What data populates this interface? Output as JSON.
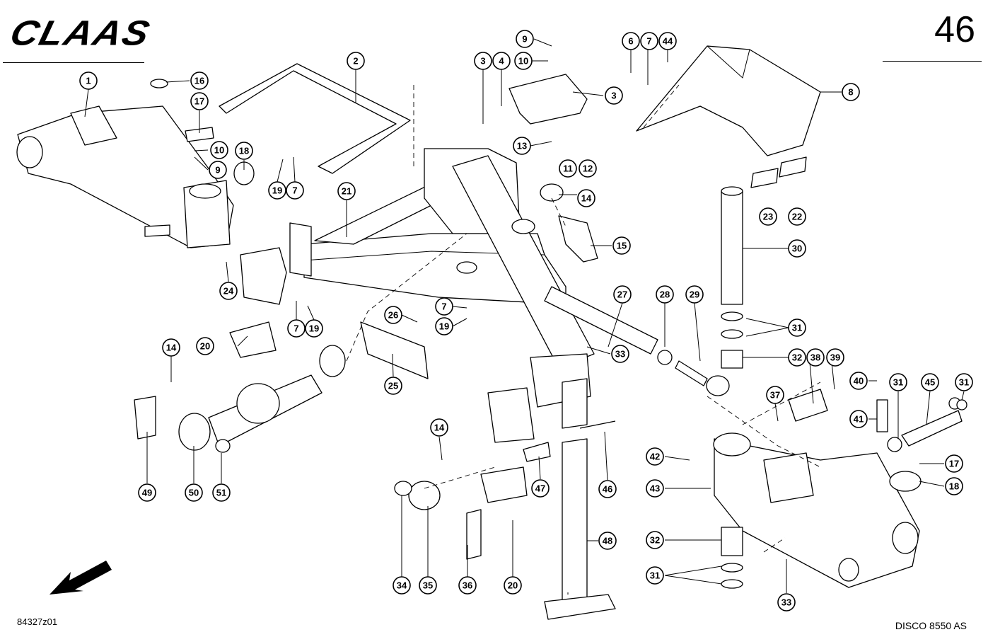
{
  "header": {
    "brand": "CLAAS",
    "page_number": "46"
  },
  "footer": {
    "drawing_id": "84327z01",
    "model": "DISCO 8550 AS"
  },
  "callouts": [
    "1",
    "2",
    "3",
    "3",
    "4",
    "6",
    "7",
    "7",
    "7",
    "7",
    "8",
    "9",
    "9",
    "10",
    "10",
    "11",
    "12",
    "13",
    "14",
    "14",
    "14",
    "15",
    "16",
    "17",
    "17",
    "18",
    "18",
    "19",
    "19",
    "19",
    "20",
    "20",
    "21",
    "22",
    "23",
    "24",
    "25",
    "26",
    "27",
    "28",
    "29",
    "30",
    "31",
    "31",
    "31",
    "31",
    "32",
    "32",
    "33",
    "33",
    "34",
    "35",
    "36",
    "37",
    "38",
    "39",
    "40",
    "41",
    "42",
    "43",
    "44",
    "45",
    "46",
    "47",
    "48",
    "49",
    "50",
    "51"
  ]
}
